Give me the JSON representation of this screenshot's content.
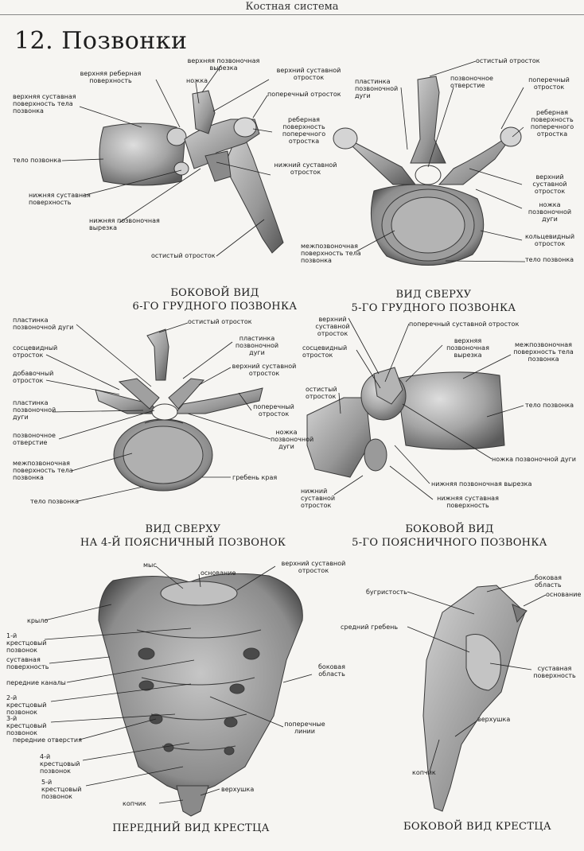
{
  "header": {
    "section": "Костная система"
  },
  "page_title": "12. Позвонки",
  "figures": {
    "thoracic6_side": {
      "caption1": "БОКОВОЙ ВИД",
      "caption2": "6-ГО ГРУДНОГО ПОЗВОНКА",
      "labels": [
        "верхняя реберная поверхность",
        "верхняя позвоночная вырезка",
        "ножка",
        "верхний суставной отросток",
        "поперечный отросток",
        "верхняя суставная поверхность тела позвонка",
        "реберная поверхность поперечного отростка",
        "тело позвонка",
        "нижний суставной отросток",
        "нижняя суставная поверхность",
        "нижняя позвоночная вырезка",
        "остистый отросток"
      ]
    },
    "thoracic5_top": {
      "caption1": "ВИД СВЕРХУ",
      "caption2": "5-ГО ГРУДНОГО ПОЗВОНКА",
      "labels": [
        "остистый отросток",
        "пластинка позвоночной дуги",
        "позвоночное отверстие",
        "поперечный отросток",
        "реберная поверхность поперечного отростка",
        "верхний суставной отросток",
        "ножка позвоночной дуги",
        "кольцевидный отросток",
        "межпозвоночная поверхность тела позвонка",
        "тело позвонка"
      ]
    },
    "lumbar4_top": {
      "caption1": "ВИД СВЕРХУ",
      "caption2": "НА 4-Й ПОЯСНИЧНЫЙ ПОЗВОНОК",
      "labels": [
        "пластинка позвоночной дуги",
        "остистый отросток",
        "сосцевидный отросток",
        "пластинка позвоночной дуги",
        "добавочный отросток",
        "верхний суставной отросток",
        "пластинка позвоночной дуги",
        "поперечный отросток",
        "позвоночное отверстие",
        "ножка позвоночной дуги",
        "межпозвоночная поверхность тела позвонка",
        "гребень края",
        "тело позвонка"
      ]
    },
    "lumbar5_side": {
      "caption1": "БОКОВОЙ ВИД",
      "caption2": "5-ГО ПОЯСНИЧНОГО ПОЗВОНКА",
      "labels": [
        "верхний суставной отросток",
        "поперечный суставной отросток",
        "сосцевидный отросток",
        "верхняя позвоночная вырезка",
        "межпозвоночная поверхность тела позвонка",
        "остистый отросток",
        "тело позвонка",
        "ножка позвоночной дуги",
        "нижний суставной отросток",
        "нижняя позвоночная вырезка",
        "нижняя суставная поверхность"
      ]
    },
    "sacrum_front": {
      "caption": "ПЕРЕДНИЙ ВИД КРЕСТЦА",
      "labels": [
        "мыс",
        "основание",
        "верхний суставной отросток",
        "крыло",
        "1-й крестцовый позвонок",
        "суставная поверхность",
        "боковая область",
        "передние каналы",
        "2-й крестцовый позвонок",
        "3-й крестцовый позвонок",
        "поперечные линии",
        "передние отверстия",
        "4-й крестцовый позвонок",
        "5-й крестцовый позвонок",
        "копчик",
        "верхушка"
      ]
    },
    "sacrum_side": {
      "caption": "БОКОВОЙ ВИД КРЕСТЦА",
      "labels": [
        "боковая область",
        "бугристость",
        "основание",
        "средний гребень",
        "суставная поверхность",
        "верхушка",
        "копчик"
      ]
    }
  },
  "colors": {
    "paper": "#f6f5f2",
    "bone": "#9a9a9a",
    "bone_light": "#cfcfcf",
    "bone_dark": "#5e5e5e",
    "ink": "#1d1d1d"
  }
}
